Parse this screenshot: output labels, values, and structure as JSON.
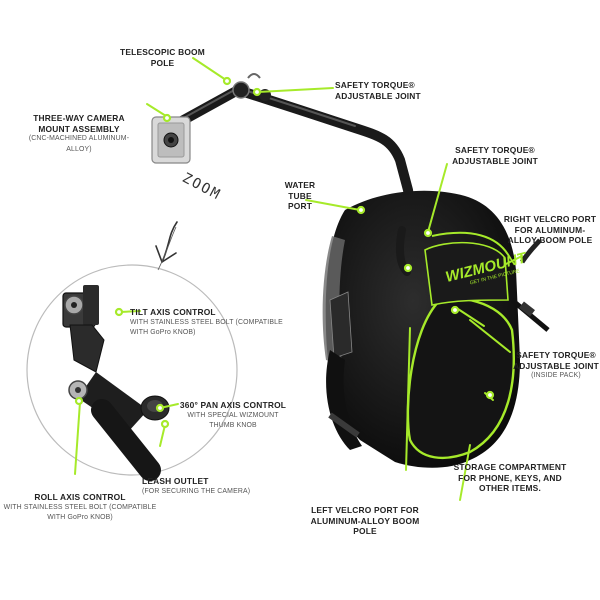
{
  "accent_color": "#a6ea2a",
  "zoom_word": "ZOOM",
  "brand_logo": {
    "name": "WIZMOUNT",
    "tagline": "GET IN THE PICTURE"
  },
  "labels": {
    "telescopic_pole": {
      "title": "TELESCOPIC BOOM POLE"
    },
    "three_way_mount": {
      "title": "THREE-WAY CAMERA MOUNT ASSEMBLY",
      "sub": "(CNC-MACHINED ALUMINUM-ALLOY)"
    },
    "torque_joint_top": {
      "title": "SAFETY TORQUE® ADJUSTABLE JOINT"
    },
    "torque_joint_mid": {
      "title": "SAFETY TORQUE® ADJUSTABLE JOINT"
    },
    "water_tube": {
      "title": "WATER TUBE PORT"
    },
    "right_velcro": {
      "title": "RIGHT VELCRO PORT FOR ALUMINUM-ALLOY BOOM POLE"
    },
    "tilt_axis": {
      "title": "TILT AXIS CONTROL",
      "sub": "WITH STAINLESS STEEL BOLT (COMPATIBLE WITH GoPro KNOB)"
    },
    "torque_joint_inside": {
      "title": "SAFETY TORQUE® ADJUSTABLE JOINT",
      "sub": "(INSIDE PACK)"
    },
    "pan_axis": {
      "title": "360° PAN AXIS CONTROL",
      "sub": "WITH SPECIAL WIZMOUNT THUMB KNOB"
    },
    "leash_outlet": {
      "title": "LEASH OUTLET",
      "sub": "(FOR SECURING THE CAMERA)"
    },
    "storage": {
      "title": "STORAGE COMPARTMENT FOR PHONE, KEYS, AND OTHER ITEMS."
    },
    "roll_axis": {
      "title": "ROLL AXIS CONTROL",
      "sub": "WITH STAINLESS STEEL BOLT (COMPATIBLE WITH GoPro KNOB)"
    },
    "left_velcro": {
      "title": "LEFT VELCRO PORT FOR ALUMINUM-ALLOY BOOM POLE"
    }
  }
}
